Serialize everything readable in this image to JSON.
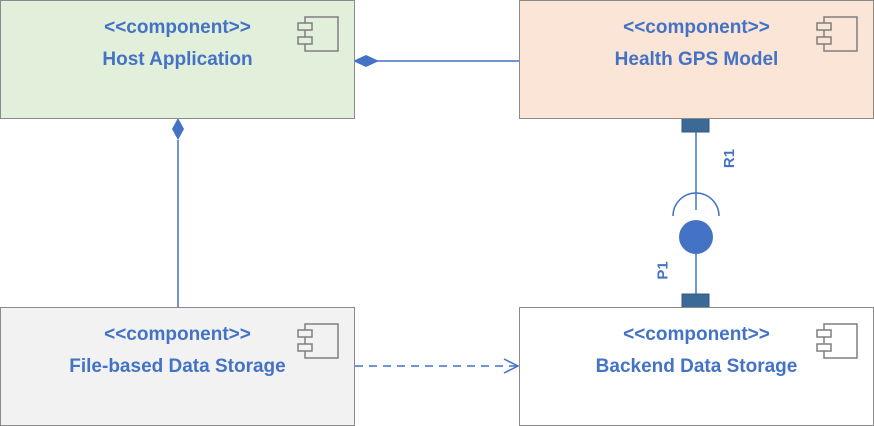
{
  "components": {
    "host_application": {
      "stereotype": "<<component>>",
      "name": "Host Application",
      "fill": "#e2efda"
    },
    "health_gps_model": {
      "stereotype": "<<component>>",
      "name": "Health GPS Model",
      "fill": "#fbe5d6"
    },
    "file_based_data_storage": {
      "stereotype": "<<component>>",
      "name": "File-based Data Storage",
      "fill": "#f2f2f2"
    },
    "backend_data_storage": {
      "stereotype": "<<component>>",
      "name": "Backend Data Storage",
      "fill": "#ffffff"
    }
  },
  "ports": {
    "required": "R1",
    "provided": "P1"
  },
  "colors": {
    "text": "#4472c4",
    "connector": "#4472c4",
    "port": "#3b6a97",
    "border": "#8a8a8a"
  }
}
